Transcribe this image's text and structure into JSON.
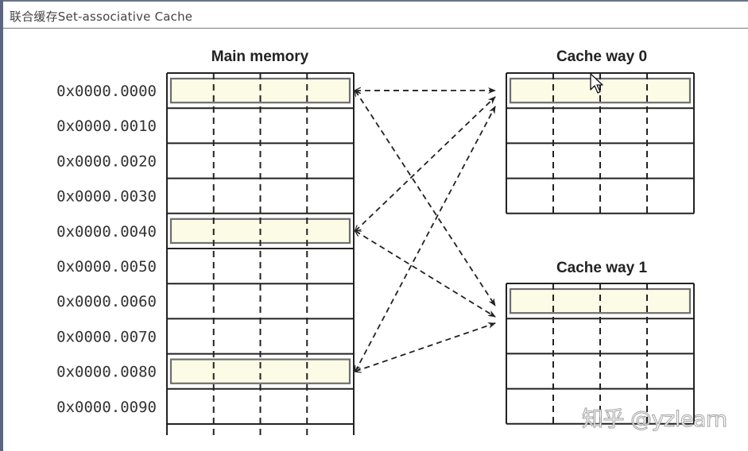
{
  "window": {
    "title": "联合缓存Set-associative Cache"
  },
  "main_memory": {
    "title": "Main memory",
    "addresses": [
      "0x0000.0000",
      "0x0000.0010",
      "0x0000.0020",
      "0x0000.0030",
      "0x0000.0040",
      "0x0000.0050",
      "0x0000.0060",
      "0x0000.0070",
      "0x0000.0080",
      "0x0000.0090"
    ],
    "highlighted_rows": [
      0,
      4,
      8
    ],
    "columns_per_line": 4
  },
  "cache_ways": [
    {
      "title": "Cache way 0",
      "lines": 4,
      "highlighted_rows": [
        0
      ]
    },
    {
      "title": "Cache way 1",
      "lines": 4,
      "highlighted_rows": [
        0
      ]
    }
  ],
  "mappings": [
    {
      "from_row": 0,
      "to_way": 0
    },
    {
      "from_row": 0,
      "to_way": 1
    },
    {
      "from_row": 4,
      "to_way": 0
    },
    {
      "from_row": 4,
      "to_way": 1
    },
    {
      "from_row": 8,
      "to_way": 0
    },
    {
      "from_row": 8,
      "to_way": 1
    }
  ],
  "colors": {
    "highlight_fill": "#fbfbe6",
    "highlight_stroke": "#6f6f6f",
    "grid_stroke": "#222222",
    "arrow_stroke": "#222222"
  },
  "watermark": "知乎 @yzlearn"
}
